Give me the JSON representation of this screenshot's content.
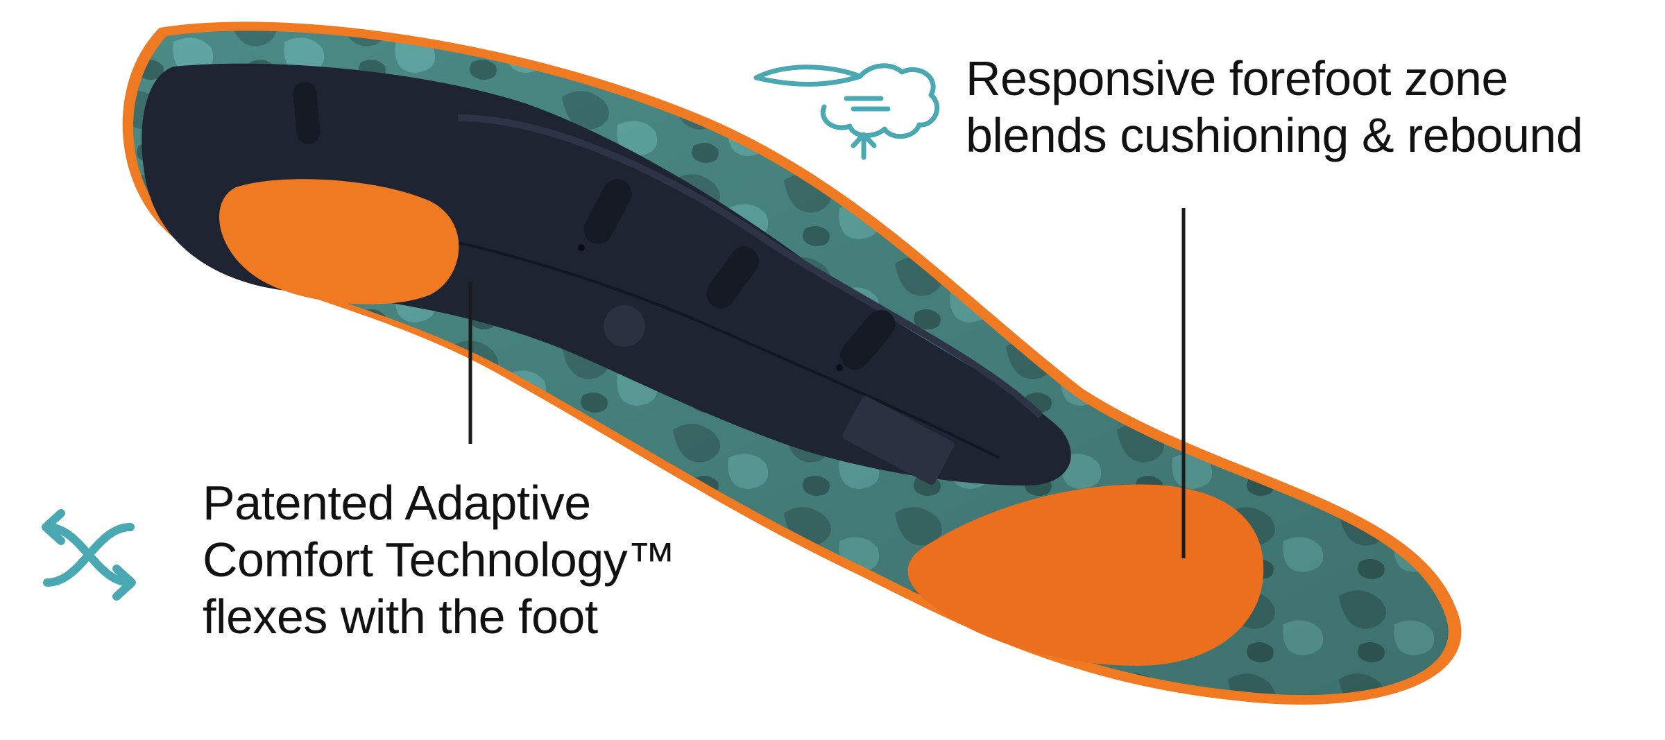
{
  "callouts": {
    "forefoot": {
      "lines": [
        "Responsive forefoot zone",
        "blends cushioning & rebound"
      ],
      "icon": "cushion-rebound-icon"
    },
    "adaptive": {
      "lines": [
        "Patented Adaptive",
        "Comfort Technology™",
        "flexes with the foot"
      ],
      "icon": "flex-arrows-icon"
    }
  },
  "colors": {
    "accent_orange": "#f07a22",
    "shell_teal": "#4e8f8a",
    "shell_dark": "#1e2431",
    "icon_teal": "#4aa8b2",
    "text": "#111111"
  }
}
